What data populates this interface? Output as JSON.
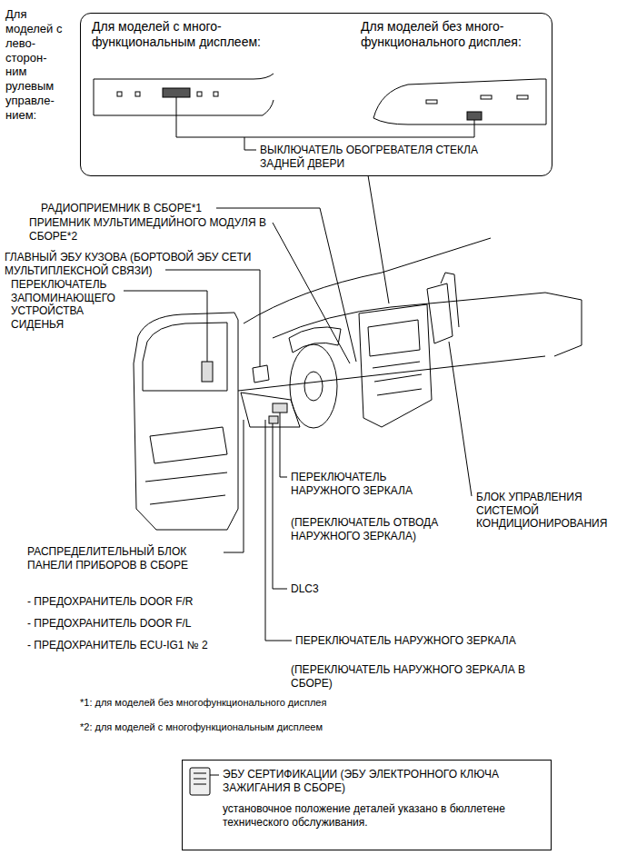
{
  "diagram": {
    "nodes": [
      {
        "text": [
          "Для моделей с много- функциональным дисплеем:",
          "Для моделей без много- функционального дисплея:",
          "ВЫКЛЮЧАТЕЛЬ ОБОГРЕВАТЕЛЯ СТЕКЛА ЗАДНЕЙ ДВЕРИ"
        ]
      },
      {
        "text": [
          "ЭБУ СЕРТИФИКАЦИИ (ЭБУ ЭЛЕКТРОННОГО КЛЮЧА ЗАЖИГАНИЯ В СБОРЕ)",
          "установочное положение деталей указано в бюллетене технического обслуживания."
        ]
      }
    ],
    "labels": [
      "Для моделей с лево- сторон- ним рулевым управле- нием:",
      "РАДИОПРИЕМНИК В СБОРЕ*1",
      "ПРИЕМНИК МУЛЬТИМЕДИЙНОГО МОДУЛЯ В СБОРЕ*2",
      "ГЛАВНЫЙ ЭБУ КУЗОВА (БОРТОВОЙ ЭБУ СЕТИ МУЛЬТИПЛЕКСНОЙ СВЯЗИ)",
      "ПЕРЕКЛЮЧАТЕЛЬ ЗАПОМИНАЮЩЕГО УСТРОЙСТВА СИДЕНЬЯ",
      "ПЕРЕКЛЮЧАТЕЛЬ НАРУЖНОГО ЗЕРКАЛА",
      "(ПЕРЕКЛЮЧАТЕЛЬ ОТВОДА НАРУЖНОГО ЗЕРКАЛА)",
      "БЛОК УПРАВЛЕНИЯ СИСТЕМОЙ КОНДИЦИОНИРОВАНИЯ",
      "РАСПРЕДЕЛИТЕЛЬНЫЙ БЛОК ПАНЕЛИ ПРИБОРОВ В СБОРЕ",
      "- ПРЕДОХРАНИТЕЛЬ DOOR F/R",
      "- ПРЕДОХРАНИТЕЛЬ DOOR F/L",
      "- ПРЕДОХРАНИТЕЛЬ ECU-IG1 № 2",
      "DLC3",
      "ПЕРЕКЛЮЧАТЕЛЬ НАРУЖНОГО ЗЕРКАЛА",
      "(ПЕРЕКЛЮЧАТЕЛЬ НАРУЖНОГО ЗЕРКАЛА В СБОРЕ)",
      "*1: для моделей без многофункционального дисплея",
      "*2: для моделей с многофункциональным дисплеем"
    ]
  }
}
